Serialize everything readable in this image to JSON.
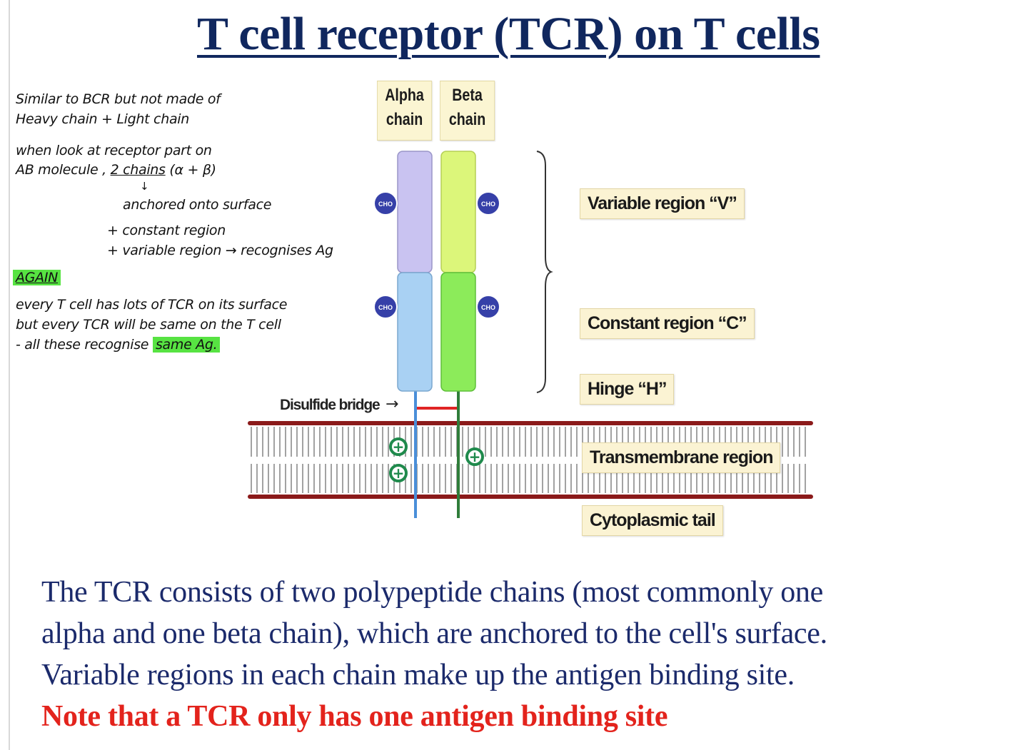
{
  "title": "T cell receptor (TCR) on T cells",
  "notes": {
    "line1": "Similar to BCR but not made of",
    "line2": "Heavy chain + Light chain",
    "line3": "when look at receptor part on",
    "line4_prefix": "AB molecule ,",
    "line4_underlined": "2 chains",
    "line4_suffix": "(α + β)",
    "arrow": "↓",
    "line5": "anchored onto surface",
    "line6": "+ constant region",
    "line7": "+ variable region → recognises Ag",
    "again": "AGAIN",
    "line8": "every T cell has lots of TCR on its surface",
    "line9": "but every TCR will be same on the T cell",
    "line10_prefix": "- all these recognise",
    "line10_highlight": "same Ag."
  },
  "diagram": {
    "alpha_head_line1": "Alpha",
    "alpha_head_line2": "chain",
    "beta_head_line1": "Beta",
    "beta_head_line2": "chain",
    "cho_label": "CHO",
    "variable_label": "Variable region “V”",
    "constant_label": "Constant region “C”",
    "hinge_label": "Hinge “H”",
    "transmembrane_label": "Transmembrane region",
    "cytoplasmic_label": "Cytoplasmic tail",
    "bridge_label": "Disulfide bridge",
    "bridge_arrow": "→",
    "charge_symbol": "+",
    "colors": {
      "alpha_variable": "#c9c3f1",
      "alpha_constant": "#a9d1f3",
      "beta_variable": "#dcf67a",
      "beta_constant": "#8ceb5a",
      "alpha_stalk": "#4a8fd9",
      "beta_stalk": "#2f7d3a",
      "membrane_head": "#8b1a1a",
      "cho_fill": "#3640a8",
      "charge": "#1f8a4c",
      "bridge": "#e02525"
    }
  },
  "body": {
    "line1": "The TCR consists of two polypeptide chains (most commonly one",
    "line2": "alpha and one beta chain), which are anchored to the cell's surface.",
    "line3": "Variable regions in each chain make up the antigen binding site.",
    "note": "Note that a TCR only has one antigen binding site"
  }
}
